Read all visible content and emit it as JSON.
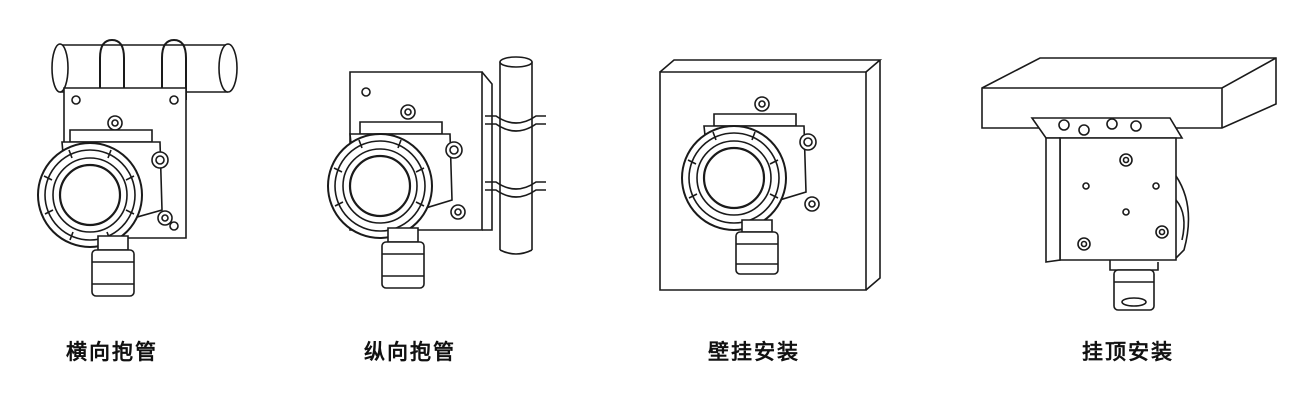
{
  "methods": [
    {
      "label": "横向抱管"
    },
    {
      "label": "纵向抱管"
    },
    {
      "label": "壁挂安装"
    },
    {
      "label": "挂顶安装"
    }
  ],
  "colors": {
    "line": "#1a1a1a",
    "background": "#ffffff"
  }
}
